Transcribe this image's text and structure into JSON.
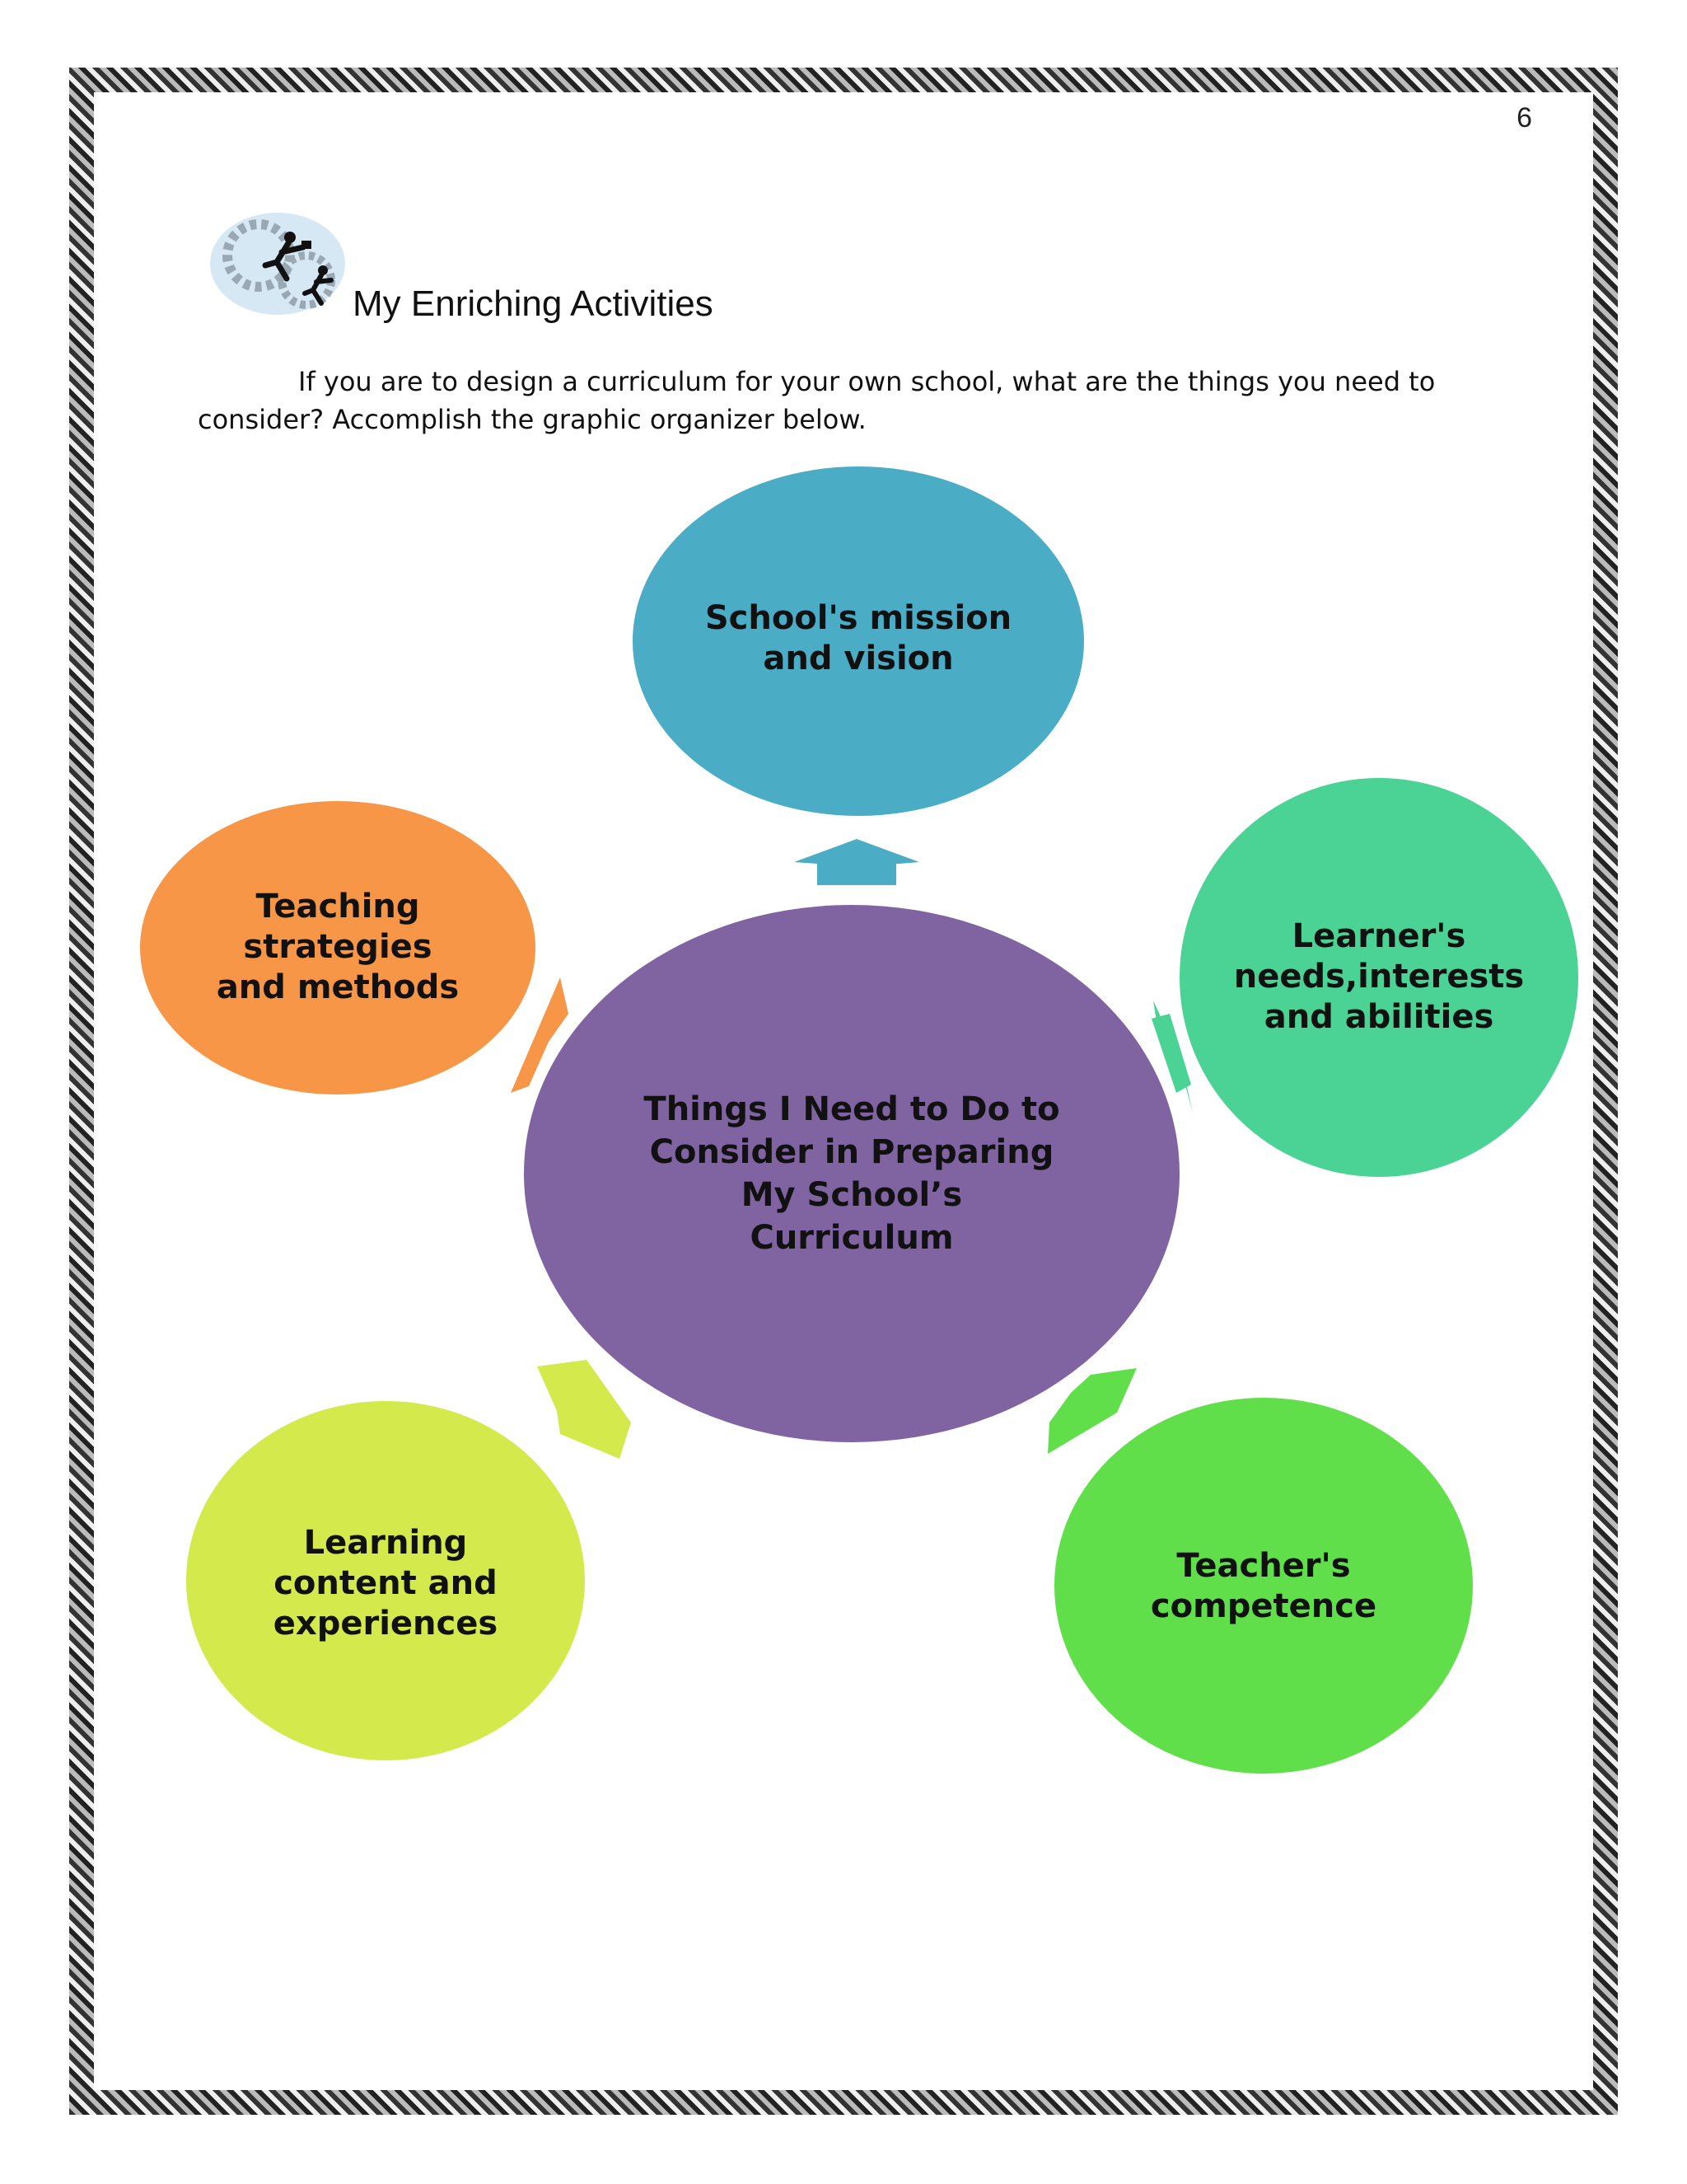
{
  "page": {
    "number": "6"
  },
  "activity": {
    "heading": "My Enriching Activities",
    "instructions": "If you are to design a curriculum for your own school, what are the things you need to consider? Accomplish the graphic organizer below.",
    "clipart_icon": "businessmen-running-on-gears-icon"
  },
  "organizer": {
    "center": "Things I Need to Do to Consider in Preparing My School’s Curriculum",
    "nodes": [
      {
        "id": "top",
        "label": "School's mission and vision",
        "color": "#4BACC6"
      },
      {
        "id": "right",
        "label": "Learner's needs,interests and abilities",
        "color": "#4AD394"
      },
      {
        "id": "bottom-right",
        "label": "Teacher's competence",
        "color": "#60DF4A"
      },
      {
        "id": "bottom-left",
        "label": "Learning content and experiences",
        "color": "#D4E94B"
      },
      {
        "id": "left",
        "label": "Teaching strategies and methods",
        "color": "#F79646"
      }
    ],
    "center_color": "#8064A2"
  }
}
